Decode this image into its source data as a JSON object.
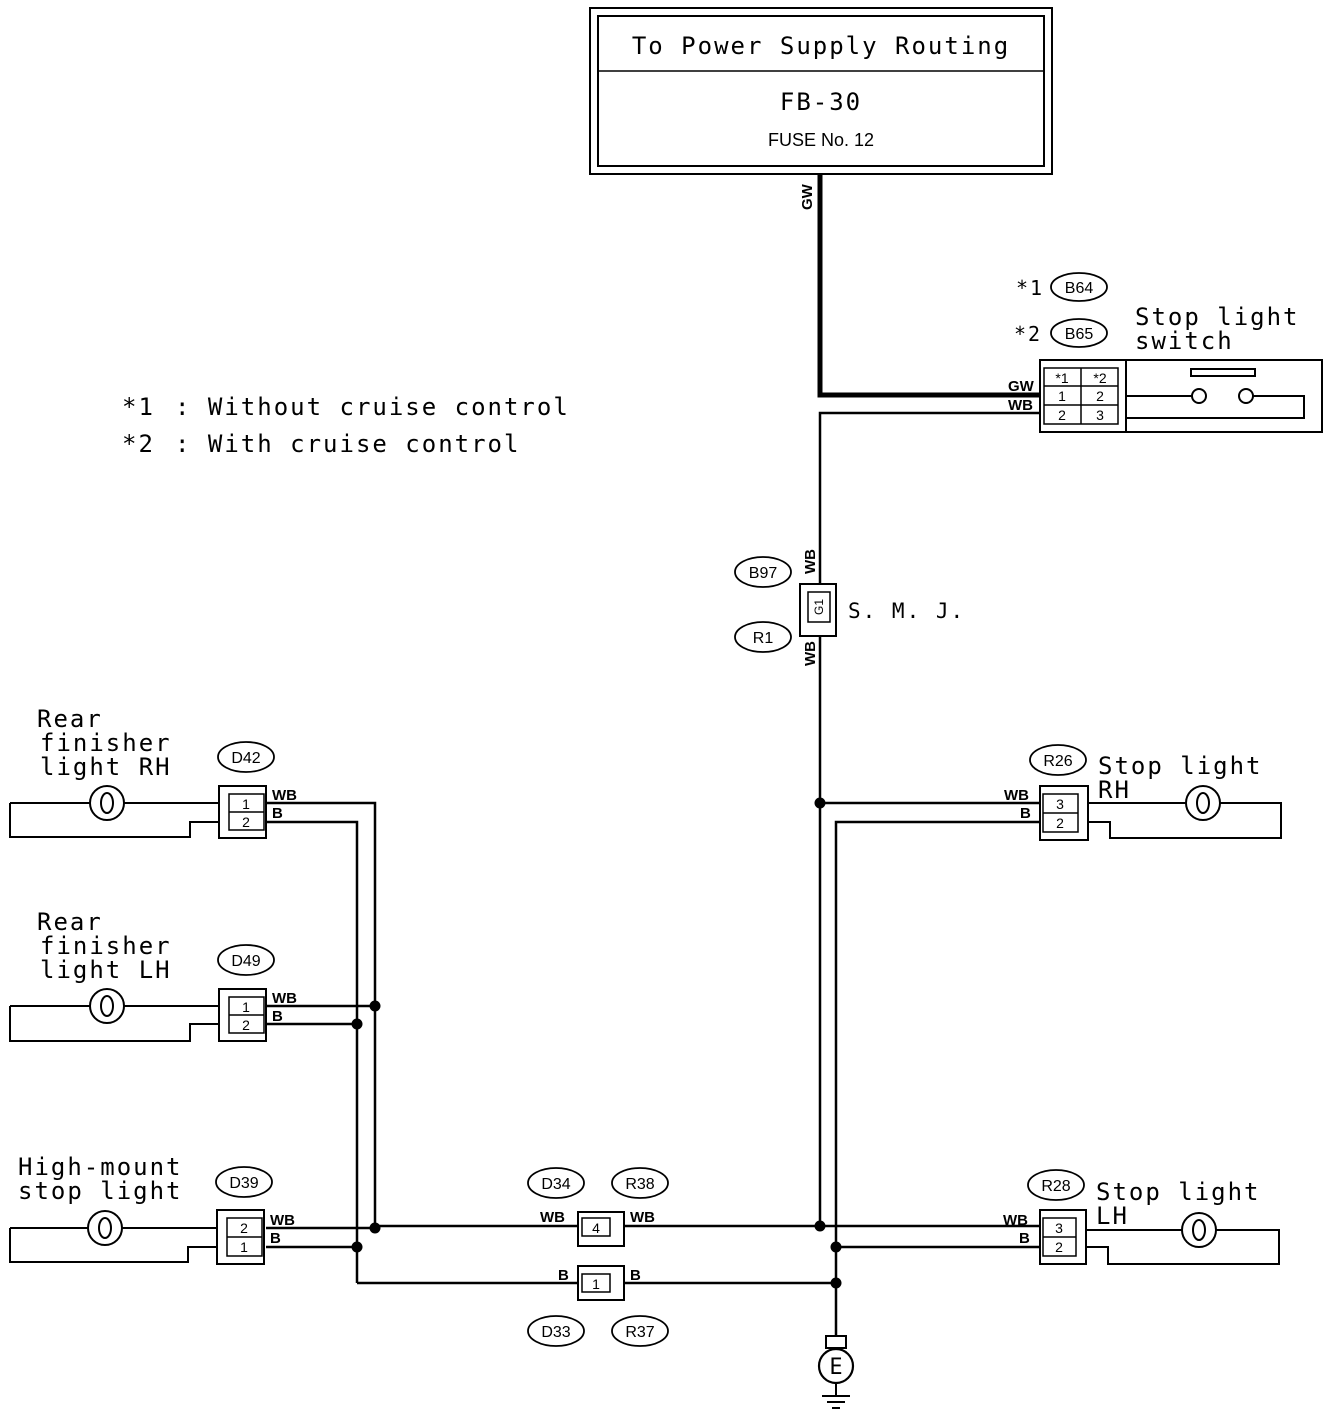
{
  "power": {
    "title": "To Power Supply Routing",
    "fb": "FB-30",
    "fuse": "FUSE No. 12"
  },
  "legend": {
    "note1_mark": "*1",
    "note1_text": ": Without cruise control",
    "note2_mark": "*2",
    "note2_text": ": With cruise control"
  },
  "stop_switch": {
    "label_line1": "Stop light",
    "label_line2": "switch",
    "mark1": "*1",
    "mark2": "*2",
    "conn1": "B64",
    "conn2": "B65",
    "table_head1": "*1",
    "table_head2": "*2",
    "pin_r1c1": "1",
    "pin_r1c2": "2",
    "pin_r2c1": "2",
    "pin_r2c2": "3",
    "wire_gw": "GW",
    "wire_wb": "WB"
  },
  "fuse_wire": "GW",
  "smj": {
    "label": "S. M. J.",
    "conn_top": "B97",
    "conn_bot": "R1",
    "pin": "G1",
    "wire_top": "WB",
    "wire_bot": "WB"
  },
  "lamps": {
    "rear_rh": {
      "line1": "Rear",
      "line2": "finisher",
      "line3": "light RH",
      "conn": "D42",
      "pin_top": "1",
      "pin_bot": "2",
      "wire_top": "WB",
      "wire_bot": "B"
    },
    "rear_lh": {
      "line1": "Rear",
      "line2": "finisher",
      "line3": "light LH",
      "conn": "D49",
      "pin_top": "1",
      "pin_bot": "2",
      "wire_top": "WB",
      "wire_bot": "B"
    },
    "high_mount": {
      "line1": "High-mount",
      "line2": "stop light",
      "conn": "D39",
      "pin_top": "2",
      "pin_bot": "1",
      "wire_top": "WB",
      "wire_bot": "B"
    },
    "stop_rh": {
      "line1": "Stop light",
      "line2": "RH",
      "conn": "R26",
      "pin_top": "3",
      "pin_bot": "2",
      "wire_top": "WB",
      "wire_bot": "B"
    },
    "stop_lh": {
      "line1": "Stop light",
      "line2": "LH",
      "conn": "R28",
      "pin_top": "3",
      "pin_bot": "2",
      "wire_top": "WB",
      "wire_bot": "B"
    }
  },
  "joint_upper": {
    "left_conn": "D34",
    "right_conn": "R38",
    "pin": "4",
    "wire_left": "WB",
    "wire_right": "WB"
  },
  "joint_lower": {
    "left_conn": "D33",
    "right_conn": "R37",
    "pin": "1",
    "wire_left": "B",
    "wire_right": "B"
  },
  "ground": {
    "label": "E"
  }
}
